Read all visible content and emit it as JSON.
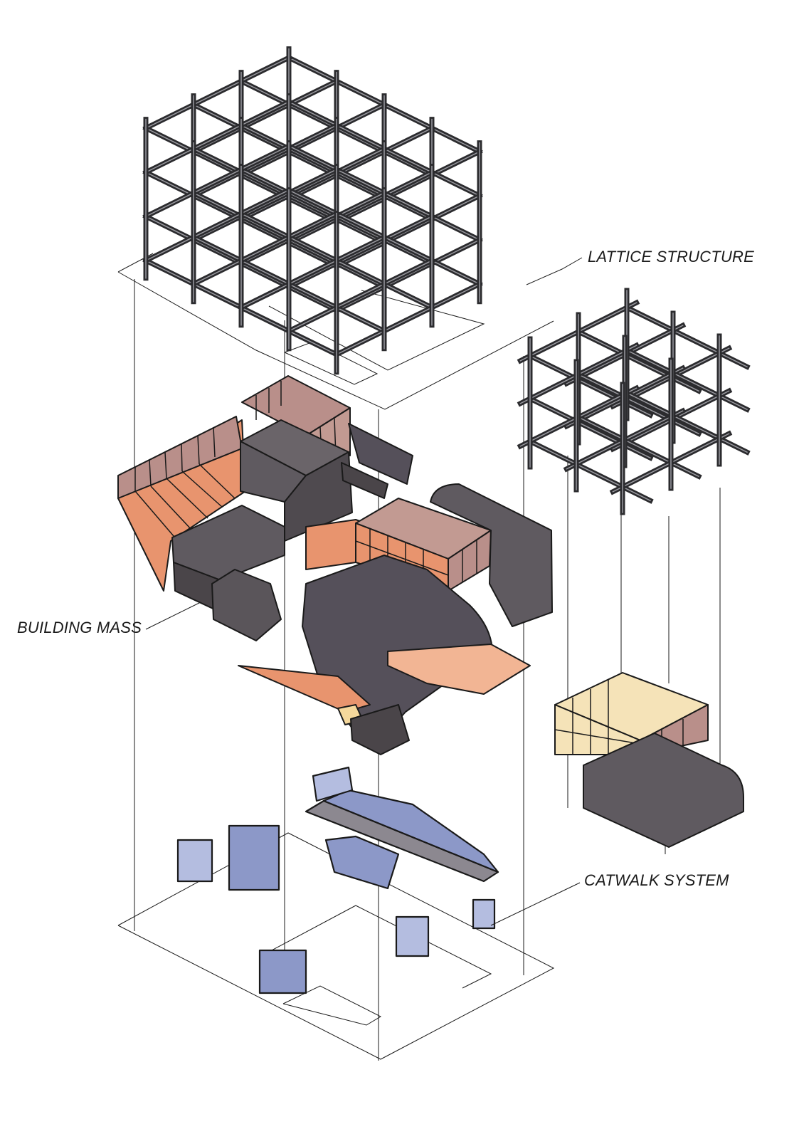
{
  "labels": {
    "lattice": "LATTICE STRUCTURE",
    "mass": "BUILDING MASS",
    "catwalk": "CATWALK SYSTEM"
  },
  "colors": {
    "line": "#1a1a1a",
    "steel": "#2b2b2e",
    "steel_highlight": "#9a9aa0",
    "concrete": "#5f5a60",
    "concrete_dark": "#4a4549",
    "copper": "#e8946e",
    "copper_light": "#f2b594",
    "glass_warm": "#b98f8a",
    "glass_pale": "#f5e3b8",
    "glass_blue": "#8c98c8",
    "glass_blue_light": "#b4bde0"
  }
}
